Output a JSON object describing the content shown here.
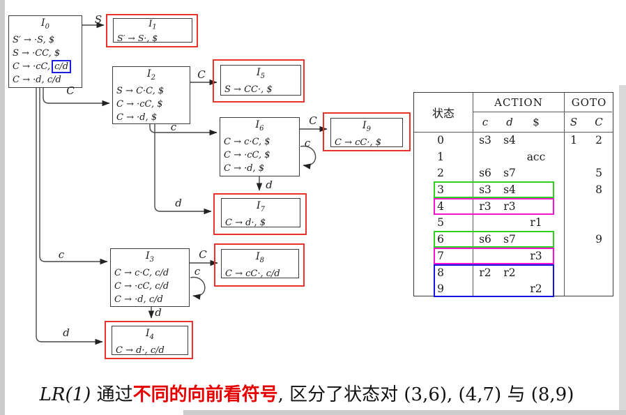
{
  "colors": {
    "state_highlight_red": "#e8352b",
    "lookahead_box_blue": "#1d1ddd",
    "table_green": "#2ed121",
    "table_magenta": "#f513cb",
    "table_blue": "#1515e0",
    "caption_red": "#e60000"
  },
  "diagram": {
    "states": {
      "i0": {
        "id": "I",
        "sub": "0",
        "prods": [
          "S′ → ·S, $",
          "S → ·CC, $",
          {
            "pre": "C → ·cC,",
            "boxed": "c/d"
          },
          "C → ·d, c/d"
        ]
      },
      "i1": {
        "id": "I",
        "sub": "1",
        "prods": [
          "S′ → S·, $"
        ]
      },
      "i2": {
        "id": "I",
        "sub": "2",
        "prods": [
          "S → C·C, $",
          "C → ·cC, $",
          "C → ·d, $"
        ]
      },
      "i5": {
        "id": "I",
        "sub": "5",
        "prods": [
          "S → CC·, $"
        ]
      },
      "i6": {
        "id": "I",
        "sub": "6",
        "prods": [
          "C → c·C, $",
          "C → ·cC, $",
          "C → ·d, $"
        ]
      },
      "i9": {
        "id": "I",
        "sub": "9",
        "prods": [
          "C → cC·, $"
        ]
      },
      "i7": {
        "id": "I",
        "sub": "7",
        "prods": [
          "C → d·, $"
        ]
      },
      "i3": {
        "id": "I",
        "sub": "3",
        "prods": [
          "C → c·C, c/d",
          "C → ·cC, c/d",
          "C → ·d, c/d"
        ]
      },
      "i8": {
        "id": "I",
        "sub": "8",
        "prods": [
          "C → cC·, c/d"
        ]
      },
      "i4": {
        "id": "I",
        "sub": "4",
        "prods": [
          "C → d·, c/d"
        ]
      }
    },
    "edge_labels": {
      "s01": "S",
      "C02": "C",
      "c03": "c",
      "d04": "d",
      "C25": "C",
      "c26": "c",
      "d27": "d",
      "C69": "C",
      "c6loop": "c",
      "d67": "d",
      "C38": "C",
      "c3loop": "c",
      "d34": "d"
    }
  },
  "table": {
    "header": {
      "state": "状态",
      "action": "ACTION",
      "goto": "GOTO",
      "action_cols": [
        "c",
        "d",
        "$"
      ],
      "goto_cols": [
        "S",
        "C"
      ]
    },
    "rows": [
      {
        "state": "0",
        "c": "s3",
        "d": "s4",
        "dollar": "",
        "S": "1",
        "C": "2",
        "highlight": ""
      },
      {
        "state": "1",
        "c": "",
        "d": "",
        "dollar": "acc",
        "S": "",
        "C": "",
        "highlight": ""
      },
      {
        "state": "2",
        "c": "s6",
        "d": "s7",
        "dollar": "",
        "S": "",
        "C": "5",
        "highlight": ""
      },
      {
        "state": "3",
        "c": "s3",
        "d": "s4",
        "dollar": "",
        "S": "",
        "C": "8",
        "highlight": "green"
      },
      {
        "state": "4",
        "c": "r3",
        "d": "r3",
        "dollar": "",
        "S": "",
        "C": "",
        "highlight": "magenta"
      },
      {
        "state": "5",
        "c": "",
        "d": "",
        "dollar": "r1",
        "S": "",
        "C": "",
        "highlight": ""
      },
      {
        "state": "6",
        "c": "s6",
        "d": "s7",
        "dollar": "",
        "S": "",
        "C": "9",
        "highlight": "green"
      },
      {
        "state": "7",
        "c": "",
        "d": "",
        "dollar": "r3",
        "S": "",
        "C": "",
        "highlight": "magenta"
      },
      {
        "state": "8",
        "c": "r2",
        "d": "r2",
        "dollar": "",
        "S": "",
        "C": "",
        "highlight": "blue-pair"
      },
      {
        "state": "9",
        "c": "",
        "d": "",
        "dollar": "r2",
        "S": "",
        "C": "",
        "highlight": "blue-pair"
      }
    ]
  },
  "caption": {
    "math": "LR(1)",
    "part1": " 通过",
    "red": "不同的向前看符号",
    "part2": ", 区分了状态对 (3,6), (4,7) 与 (8,9)"
  }
}
